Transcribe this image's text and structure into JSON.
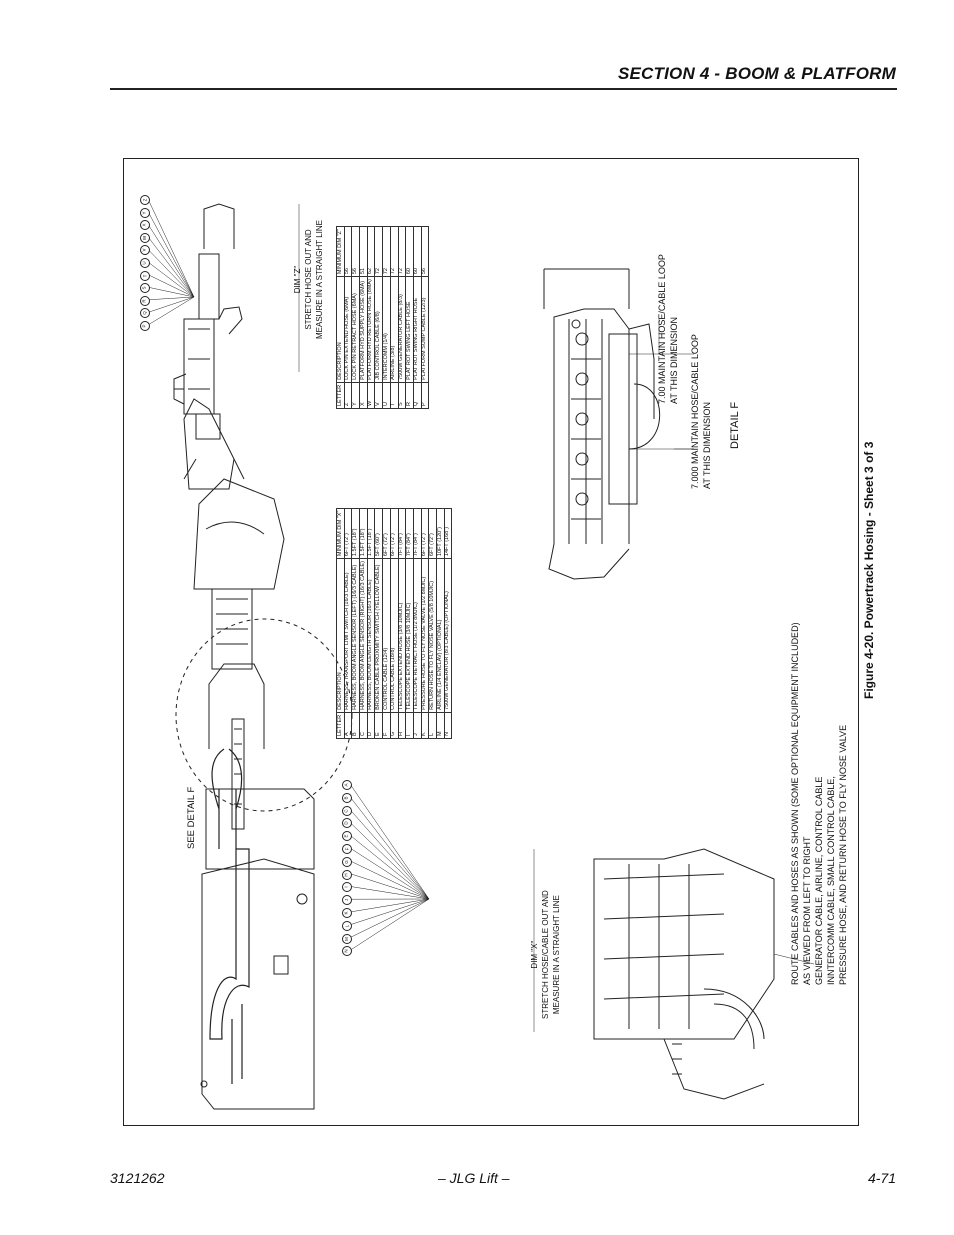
{
  "header": {
    "section_title": "SECTION 4 - BOOM & PLATFORM"
  },
  "footer": {
    "doc_number": "3121262",
    "brand": "– JLG Lift –",
    "page_number": "4-71"
  },
  "figure": {
    "caption": "Figure 4-20.  Powertrack Hosing - Sheet 3 of 3",
    "see_detail": "SEE DETAIL  F",
    "detail_label": "DETAIL  F",
    "dim_z": [
      "DIM \"Z\"",
      "STRETCH HOSE OUT AND",
      "MEASURE IN A STRAIGHT LINE"
    ],
    "dim_x": [
      "DIM \"X\"",
      "STRETCH HOSE/CABLE OUT AND",
      "MEASURE IN A STRAIGHT LINE"
    ],
    "loop_700": [
      "7.00 MAINTAIN HOSE/CABLE LOOP",
      "AT THIS DIMENSION"
    ],
    "loop_7000": [
      "7.000 MAINTAIN HOSE/CABLE LOOP",
      "AT THIS DIMENSION"
    ],
    "route_note": [
      "ROUTE CABLES AND HOSES AS SHOWN (SOME OPTIONAL EQUIPMENT INCLUDED)",
      "AS VIEWED FROM LEFT TO RIGHT",
      "GENERATOR CABLE, AIRLINE, CONTROL CABLE",
      "INNTERCOMM CABLE, SMALL CONTROL CABLE,",
      "PRESSURE HOSE, AND RETURN HOSE TO FLY NOSE VALVE"
    ],
    "z_letters": [
      "Z",
      "Y",
      "X",
      "W",
      "V",
      "U",
      "T",
      "S",
      "R",
      "Q",
      "P"
    ],
    "x_letters": [
      "A",
      "B",
      "C",
      "D",
      "E",
      "F",
      "G",
      "H",
      "I",
      "J",
      "K",
      "L",
      "M",
      "N"
    ]
  },
  "table_z": {
    "headers": [
      "LETTER",
      "DESCRIPTION",
      "MINIMUM DIM \"Z\""
    ],
    "rows": [
      [
        "Z",
        "LOCK PIN EXTEND HOSE (6MA)",
        "56"
      ],
      [
        "Y",
        "LOCK PIN RETRACT HOSE (6MA)",
        "56"
      ],
      [
        "X",
        "PLATFORM HYD SUPPLY HOSE (6MA)",
        "51"
      ],
      [
        "W",
        "PLATFORM HYD RETURN HOSE (8MA)",
        "62"
      ],
      [
        "V",
        "JIB CONTROL CABLE (6/8)",
        "72"
      ],
      [
        "U",
        "INTERCOMM (1/4)",
        "72"
      ],
      [
        "T",
        "AIRLINE (3/8)",
        "72"
      ],
      [
        "S",
        "7500W GENERATOR CABLE (8/3)",
        "72"
      ],
      [
        "R",
        "PLAT ROT SWING LEFT HOSE",
        "60"
      ],
      [
        "Q",
        "PLAT ROT SWING RIGHT HOSE",
        "60"
      ],
      [
        "P",
        "PLATFORM SUMP CABLE (12/3)",
        "56"
      ]
    ]
  },
  "table_x": {
    "headers": [
      "LETTER",
      "DESCRIPTION",
      "MINIMUM DIM \"X\""
    ],
    "rows": [
      [
        "A",
        "HARNESS, TRANSPORT LIMIT SWITCH (16/3 CABLE)",
        "6FT (72\")"
      ],
      [
        "B",
        "HARNESS, BOOM ANGLE SENSOR (LEFT) (16/3 CABLE)",
        "1.5FT (18\")"
      ],
      [
        "C",
        "HARNESS, BOOM ANGLE SENSOR (RIGHT) (16/3 CABLE)",
        "1.5FT (18\")"
      ],
      [
        "D",
        "HARNESS, BOOM LENGTH SENSOR (16/3 CABLE)",
        "1.5FT (18\")"
      ],
      [
        "E",
        "BROKEN CABLE PROXIMITY SWITCH (YELLOW CABLE)",
        "5FT (60\")"
      ],
      [
        "F",
        "CONTROL CABLE (12/4)",
        "6FT (72\")"
      ],
      [
        "G",
        "CONTROL CABLE (18/8)",
        "6FT (72\")"
      ],
      [
        "H",
        "TELESCOPE EXTEND HOSE (3/8 10MJIC)",
        "7FT (84\")"
      ],
      [
        "I",
        "TELESCOPE EXTEND HOSE (3/8 10MJIC)",
        "7FT (84\")"
      ],
      [
        "J",
        "TELESCOPE RETRACT HOSE (1/2 8MJIC)",
        "7FT (84\")"
      ],
      [
        "K",
        "PRESSURE HOSE TO FLY NOSE VALVE (1/2 8MJIC)",
        "6FT (72\")"
      ],
      [
        "L",
        "RETURN HOSE TO FLY NOSE VALVE (5/8 10MJIC)",
        "6FT (72\")"
      ],
      [
        "M",
        "AIRLINE (1/4 ENCLAV) (OPTIONAL)",
        "10FT (120\")"
      ],
      [
        "N",
        "7500W GENERATOR (8/3 CABLE) (OPTIONAL)",
        "14FT (168\")"
      ]
    ]
  }
}
